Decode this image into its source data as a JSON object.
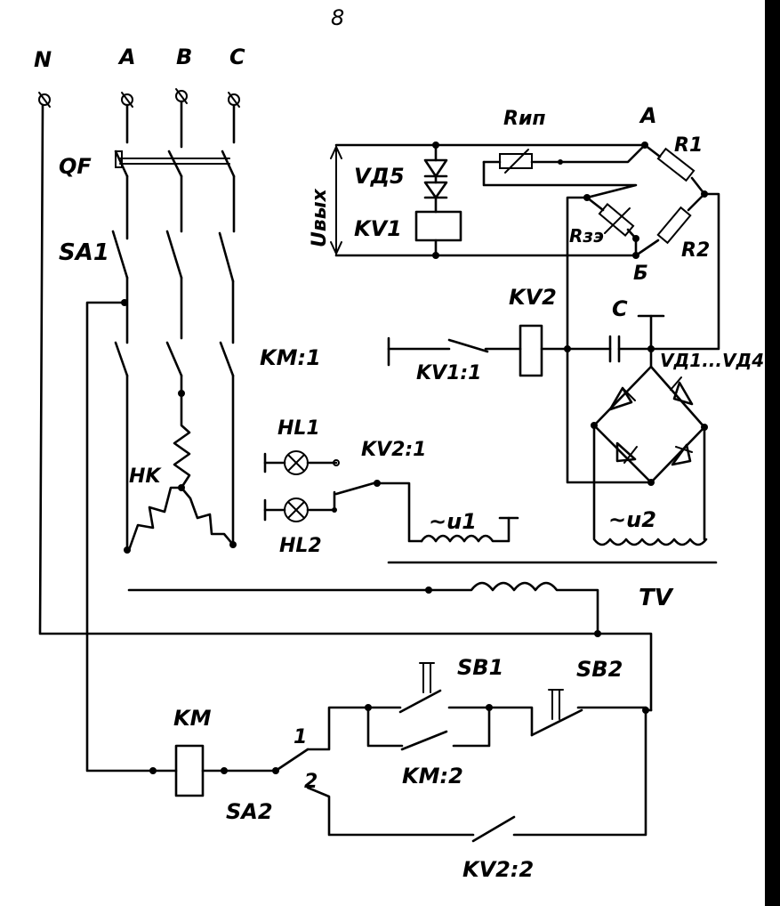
{
  "page_number": "8",
  "phases": [
    "N",
    "A",
    "B",
    "C"
  ],
  "labels": {
    "qf": "QF",
    "sa1": "SA1",
    "km1": "KM:1",
    "heater": "HK",
    "hl1": "HL1",
    "hl2": "HL2",
    "kv2_1": "KV2:1",
    "u1": "~u1",
    "u2": "~u2",
    "tv": "TV",
    "km": "KM",
    "sa2": "SA2",
    "sa2_pos1": "1",
    "sa2_pos2": "2",
    "sb1": "SB1",
    "sb2": "SB2",
    "km2": "KM:2",
    "kv2_2": "KV2:2",
    "uout": "Uвых",
    "vd5": "VД5",
    "kv1": "KV1",
    "rip": "Rип",
    "node_a": "A",
    "node_b": "Б",
    "r1": "R1",
    "r2": "R2",
    "rze": "Rзэ",
    "kv2": "KV2",
    "cap": "C",
    "kv1_1": "KV1:1",
    "diodes": "VД1...VД4"
  },
  "colors": {
    "ink": "#000000",
    "paper": "#ffffff"
  }
}
